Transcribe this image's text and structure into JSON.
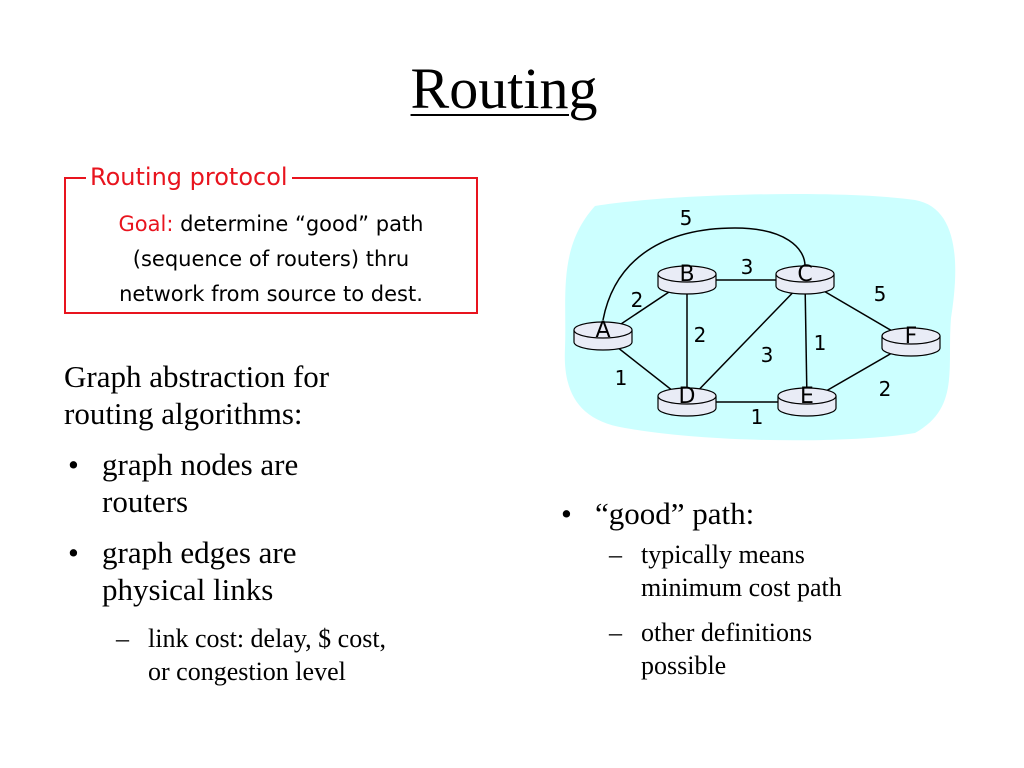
{
  "slide": {
    "title": "Routing"
  },
  "protocol_box": {
    "title": "Routing protocol",
    "goal_label": "Goal:",
    "goal_text_1": " determine “good” path",
    "goal_text_2": "(sequence of routers) thru",
    "goal_text_3": "network from source to dest."
  },
  "left_column": {
    "intro_line_1": "Graph abstraction for",
    "intro_line_2": "routing algorithms:",
    "bullets": [
      {
        "mark": "•",
        "line_1": "graph nodes are",
        "line_2": "routers"
      },
      {
        "mark": "•",
        "line_1": "graph edges are",
        "line_2": "physical links"
      }
    ],
    "sub": {
      "mark": "–",
      "line_1": "link cost: delay, $ cost,",
      "line_2": "or congestion level"
    }
  },
  "right_column": {
    "bullet": {
      "mark": "•",
      "text": "“good” path:"
    },
    "subs": [
      {
        "mark": "–",
        "line_1": "typically means",
        "line_2": "minimum cost path"
      },
      {
        "mark": "–",
        "line_1": "other definitions",
        "line_2": "possible"
      }
    ]
  },
  "network": {
    "cloud_color": "#ccffff",
    "node_color": "#e9ecf6",
    "nodes": [
      {
        "id": "A",
        "label": "A"
      },
      {
        "id": "B",
        "label": "B"
      },
      {
        "id": "C",
        "label": "C"
      },
      {
        "id": "D",
        "label": "D"
      },
      {
        "id": "E",
        "label": "E"
      },
      {
        "id": "F",
        "label": "F"
      }
    ],
    "edges": [
      {
        "from": "A",
        "to": "C",
        "cost": "5"
      },
      {
        "from": "B",
        "to": "C",
        "cost": "3"
      },
      {
        "from": "A",
        "to": "B",
        "cost": "2"
      },
      {
        "from": "C",
        "to": "F",
        "cost": "5"
      },
      {
        "from": "B",
        "to": "D",
        "cost": "2"
      },
      {
        "from": "C",
        "to": "E",
        "cost": "1"
      },
      {
        "from": "D",
        "to": "C",
        "cost": "3"
      },
      {
        "from": "A",
        "to": "D",
        "cost": "1"
      },
      {
        "from": "E",
        "to": "F",
        "cost": "2"
      },
      {
        "from": "D",
        "to": "E",
        "cost": "1"
      }
    ]
  }
}
